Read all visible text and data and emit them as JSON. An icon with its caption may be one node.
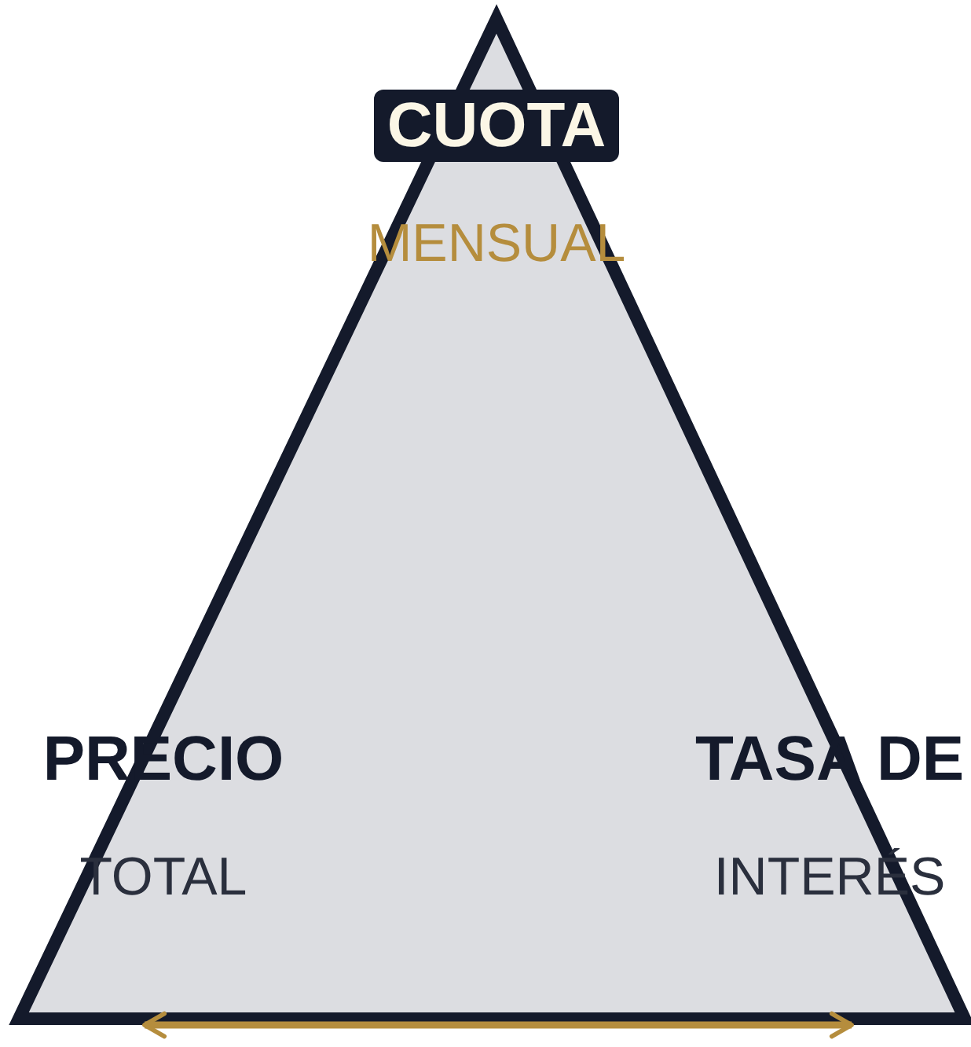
{
  "diagram": {
    "nodes": [
      {
        "text": [],
        "shape": "triangle"
      },
      {
        "text": [
          "CUOTA",
          "MENSUAL"
        ],
        "in": 0
      },
      {
        "text": [
          "PRECIO",
          "TOTAL"
        ],
        "in": 0
      },
      {
        "text": [
          "TASA DE",
          "INTERÉS"
        ],
        "in": 0
      }
    ],
    "edges": [
      {
        "from": 2,
        "to": 3,
        "arrow": "both",
        "color": "#b58d3d"
      }
    ]
  }
}
